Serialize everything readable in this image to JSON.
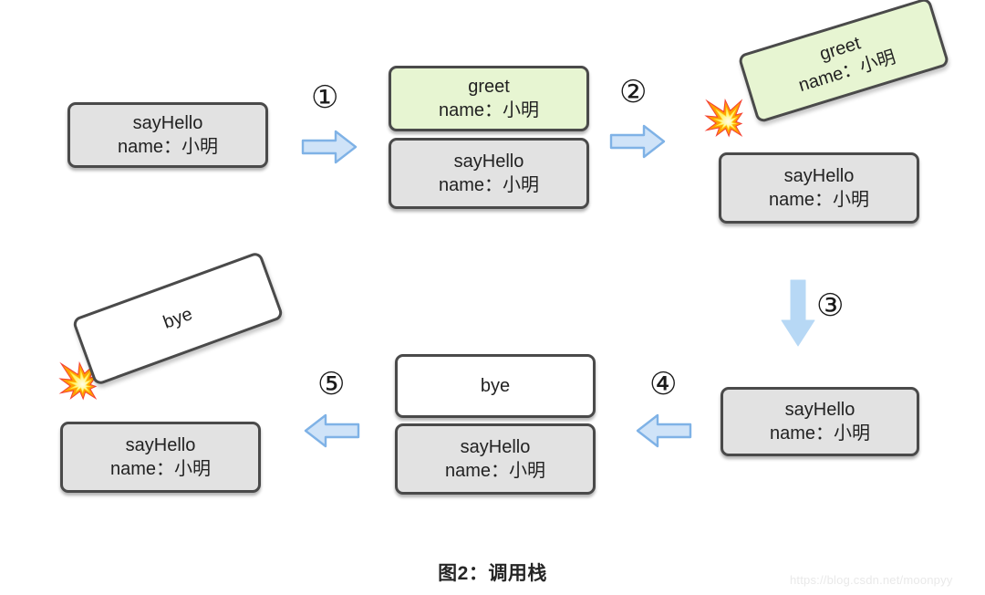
{
  "diagram": {
    "caption": "图2：调用栈",
    "watermark": "https://blog.csdn.net/moonpyy",
    "colors": {
      "frame_gray": "#e2e2e2",
      "frame_green": "#e7f5d2",
      "frame_white": "#ffffff",
      "frame_border": "#4a4a4a",
      "arrow_fill": "#cfe3f8",
      "arrow_stroke": "#7fb2e6",
      "boom": "#e4837f"
    },
    "steps": [
      {
        "id": "step-1",
        "label": "①",
        "direction": "right"
      },
      {
        "id": "step-2",
        "label": "②",
        "direction": "right"
      },
      {
        "id": "step-3",
        "label": "③",
        "direction": "down"
      },
      {
        "id": "step-4",
        "label": "④",
        "direction": "left"
      },
      {
        "id": "step-5",
        "label": "⑤",
        "direction": "left"
      }
    ],
    "boom_icon": "💥",
    "stages": [
      {
        "id": "stage-1",
        "frames": [
          {
            "name": "sayHello",
            "variable": "name：小明",
            "fill": "gray",
            "state": "stacked"
          }
        ]
      },
      {
        "id": "stage-2",
        "frames": [
          {
            "name": "greet",
            "variable": "name：小明",
            "fill": "green",
            "state": "stacked"
          },
          {
            "name": "sayHello",
            "variable": "name：小明",
            "fill": "gray",
            "state": "stacked"
          }
        ]
      },
      {
        "id": "stage-3",
        "frames": [
          {
            "name": "greet",
            "variable": "name：小明",
            "fill": "green",
            "state": "popping"
          },
          {
            "name": "sayHello",
            "variable": "name：小明",
            "fill": "gray",
            "state": "stacked"
          }
        ]
      },
      {
        "id": "stage-4",
        "frames": [
          {
            "name": "sayHello",
            "variable": "name：小明",
            "fill": "gray",
            "state": "stacked"
          }
        ]
      },
      {
        "id": "stage-5",
        "frames": [
          {
            "name": "bye",
            "variable": "",
            "fill": "white",
            "state": "stacked"
          },
          {
            "name": "sayHello",
            "variable": "name：小明",
            "fill": "gray",
            "state": "stacked"
          }
        ]
      },
      {
        "id": "stage-6",
        "frames": [
          {
            "name": "bye",
            "variable": "",
            "fill": "white",
            "state": "popping"
          },
          {
            "name": "sayHello",
            "variable": "name：小明",
            "fill": "gray",
            "state": "stacked"
          }
        ]
      }
    ]
  }
}
